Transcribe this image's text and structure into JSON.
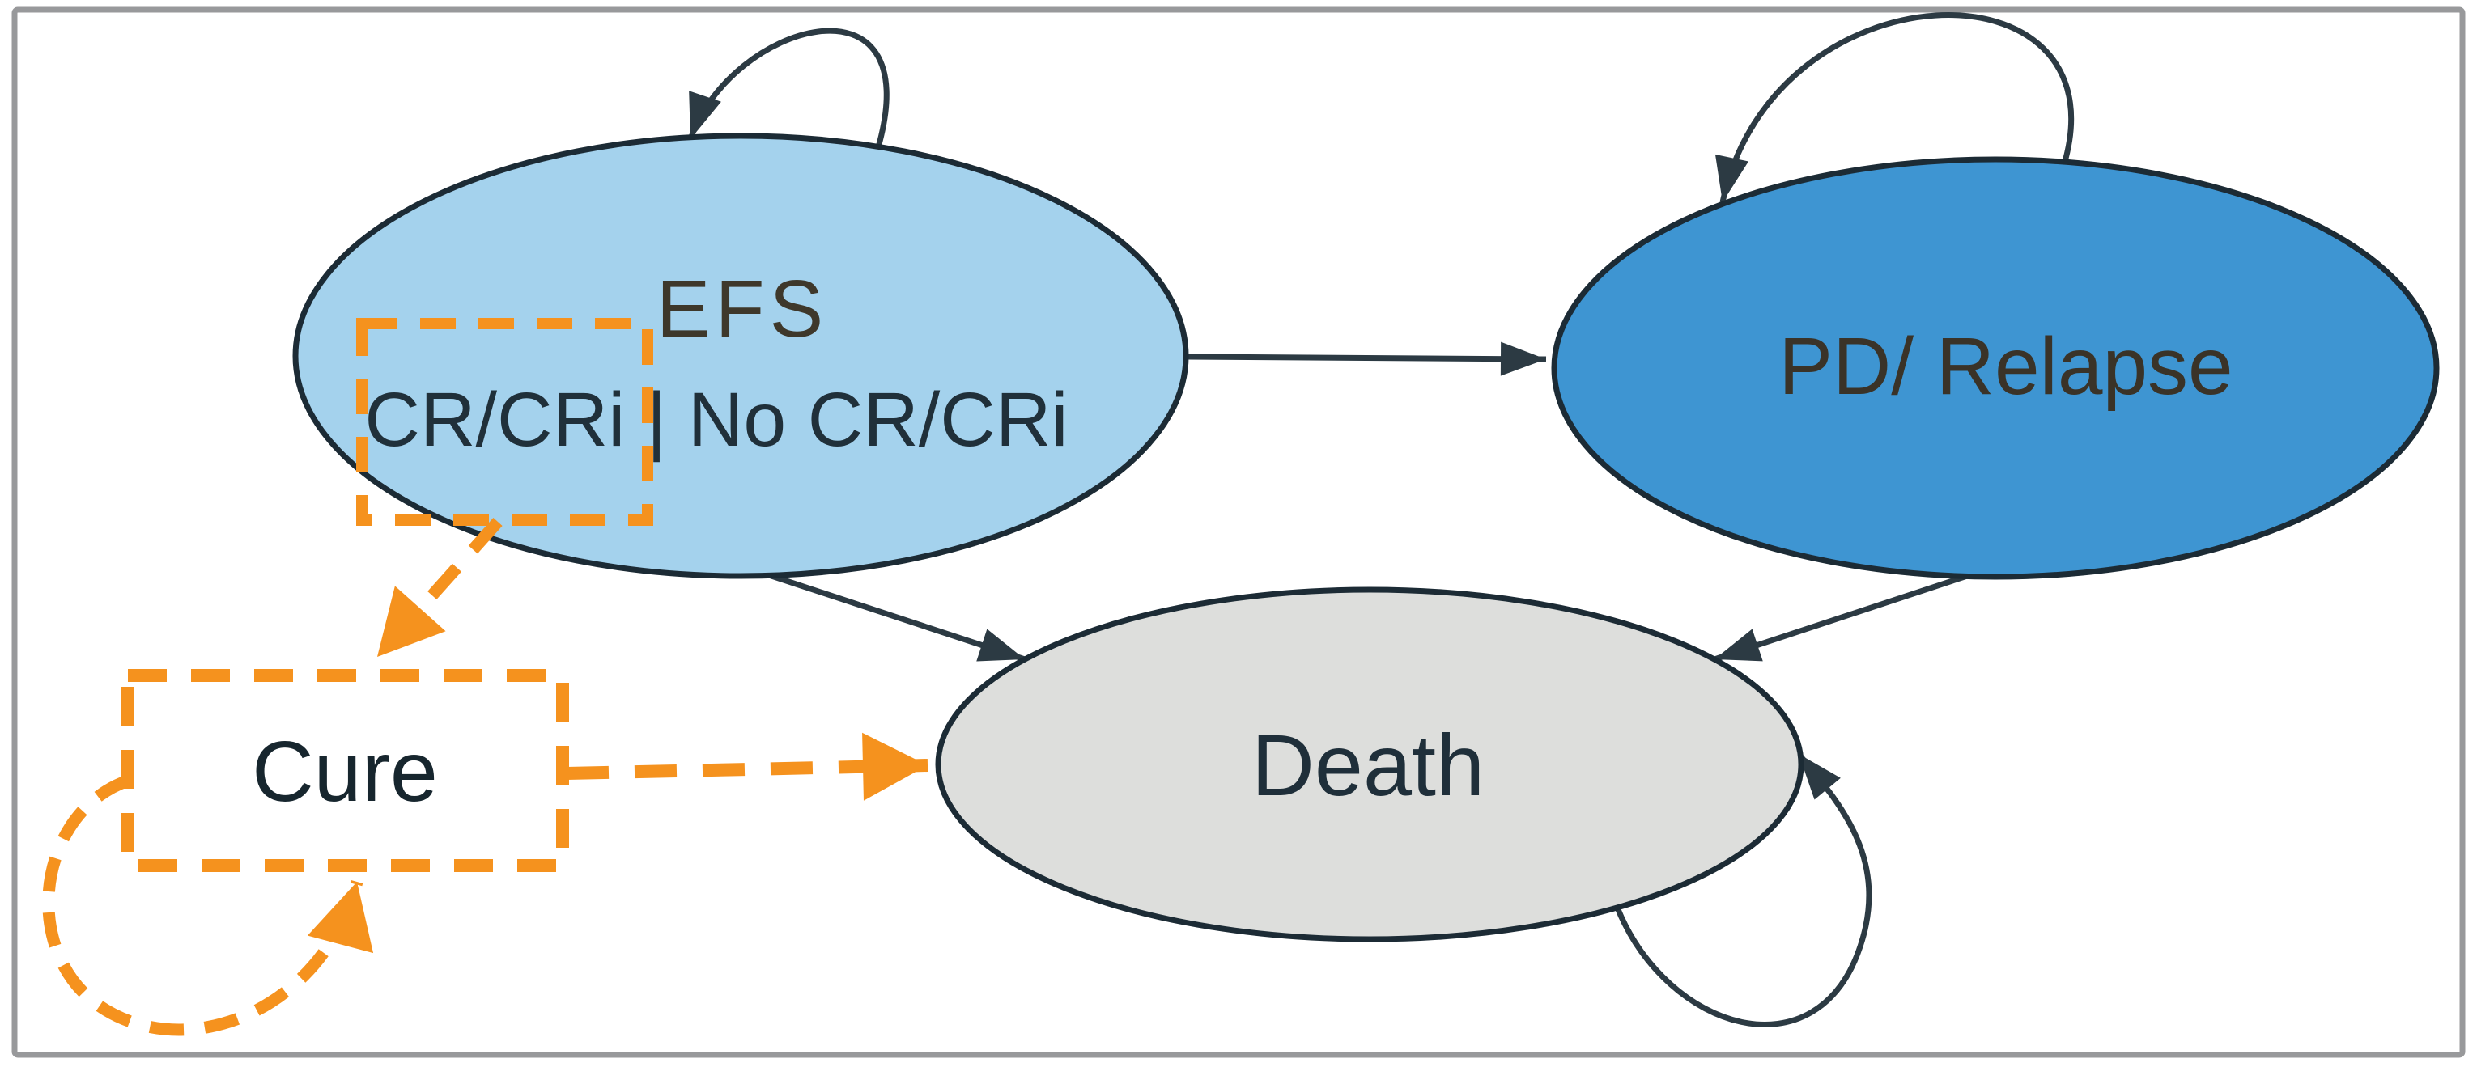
{
  "diagram": {
    "type": "markov-state-transition-model",
    "nodes": {
      "efs": {
        "title": "EFS",
        "sublabel": "CR/CRi | No CR/CRi",
        "fill": "#A4D2ED",
        "shape": "ellipse",
        "has_inner_dashed_box_around": "CR/CRi"
      },
      "pd_relapse": {
        "label": "PD/ Relapse",
        "fill": "#3E95D2",
        "shape": "ellipse"
      },
      "death": {
        "label": "Death",
        "fill": "#DDDEDC",
        "shape": "ellipse"
      },
      "cure": {
        "label": "Cure",
        "fill": "#FFFFFF",
        "shape": "dashed-rectangle"
      }
    },
    "transitions": [
      {
        "from": "EFS",
        "to": "EFS",
        "style": "solid-black-self-loop"
      },
      {
        "from": "EFS",
        "to": "PD/ Relapse",
        "style": "solid-black"
      },
      {
        "from": "EFS",
        "to": "Death",
        "style": "solid-black"
      },
      {
        "from": "PD/ Relapse",
        "to": "PD/ Relapse",
        "style": "solid-black-self-loop"
      },
      {
        "from": "PD/ Relapse",
        "to": "Death",
        "style": "solid-black"
      },
      {
        "from": "Death",
        "to": "Death",
        "style": "solid-black-self-loop"
      },
      {
        "from": "EFS (CR/CRi)",
        "to": "Cure",
        "style": "dashed-orange"
      },
      {
        "from": "Cure",
        "to": "Cure",
        "style": "dashed-orange-self-loop"
      },
      {
        "from": "Cure",
        "to": "Death",
        "style": "dashed-orange"
      }
    ]
  },
  "colors": {
    "background": "#FFFFFF",
    "frame_border": "#98999B",
    "node_outline": "#1C2B35",
    "arrow_dark": "#2C3A43",
    "accent_orange": "#F5921E",
    "efs_fill": "#A4D2ED",
    "pd_relapse_fill": "#3E95D2",
    "death_fill": "#DDDEDC",
    "efs_title_text": "#3E382B",
    "efs_sublabel_text": "#20303A",
    "pd_relapse_text": "#3A3328",
    "death_text": "#1F2F3A",
    "cure_text": "#17262E"
  }
}
